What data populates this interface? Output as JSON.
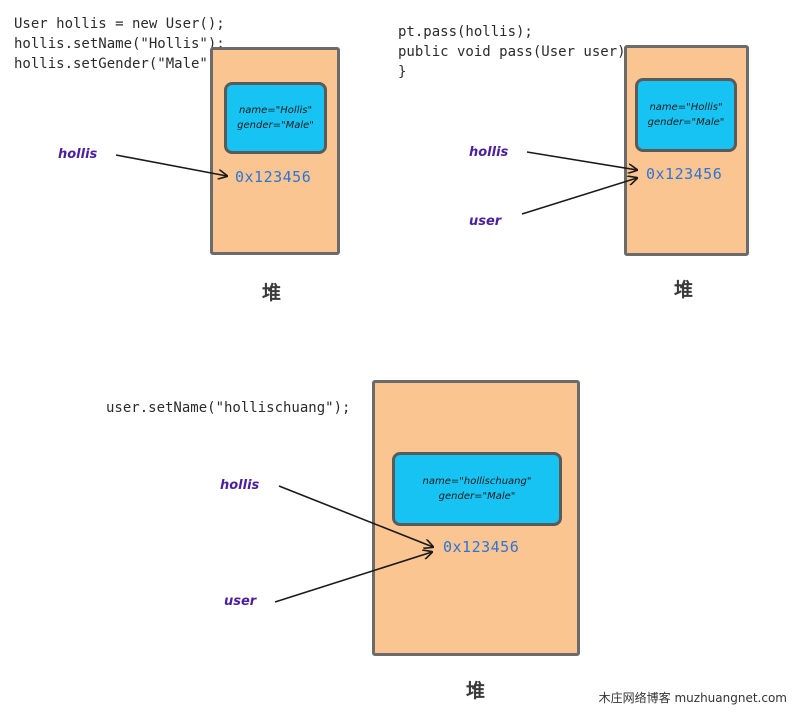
{
  "panels": [
    {
      "code": [
        "User hollis = new User();",
        "hollis.setName(\"Hollis\");",
        "hollis.setGender(\"Male\");"
      ],
      "object": {
        "name_field": "name=\"Hollis\"",
        "gender_field": "gender=\"Male\""
      },
      "address": "0x123456",
      "heap_label": "堆",
      "variables": [
        "hollis"
      ]
    },
    {
      "code": [
        "pt.pass(hollis);",
        "public void pass(User user) {",
        "}"
      ],
      "object": {
        "name_field": "name=\"Hollis\"",
        "gender_field": "gender=\"Male\""
      },
      "address": "0x123456",
      "heap_label": "堆",
      "variables": [
        "hollis",
        "user"
      ]
    },
    {
      "code": [
        "user.setName(\"hollischuang\");"
      ],
      "object": {
        "name_field": "name=\"hollischuang\"",
        "gender_field": "gender=\"Male\""
      },
      "address": "0x123456",
      "heap_label": "堆",
      "variables": [
        "hollis",
        "user"
      ]
    }
  ],
  "watermark": "木庄网络博客 muzhuangnet.com",
  "colors": {
    "heap_fill": "#fbc592",
    "object_fill": "#17c3f2",
    "address_text": "#2e73d6",
    "variable_text": "#4b1fa0",
    "outline": "#6b6b6b"
  }
}
